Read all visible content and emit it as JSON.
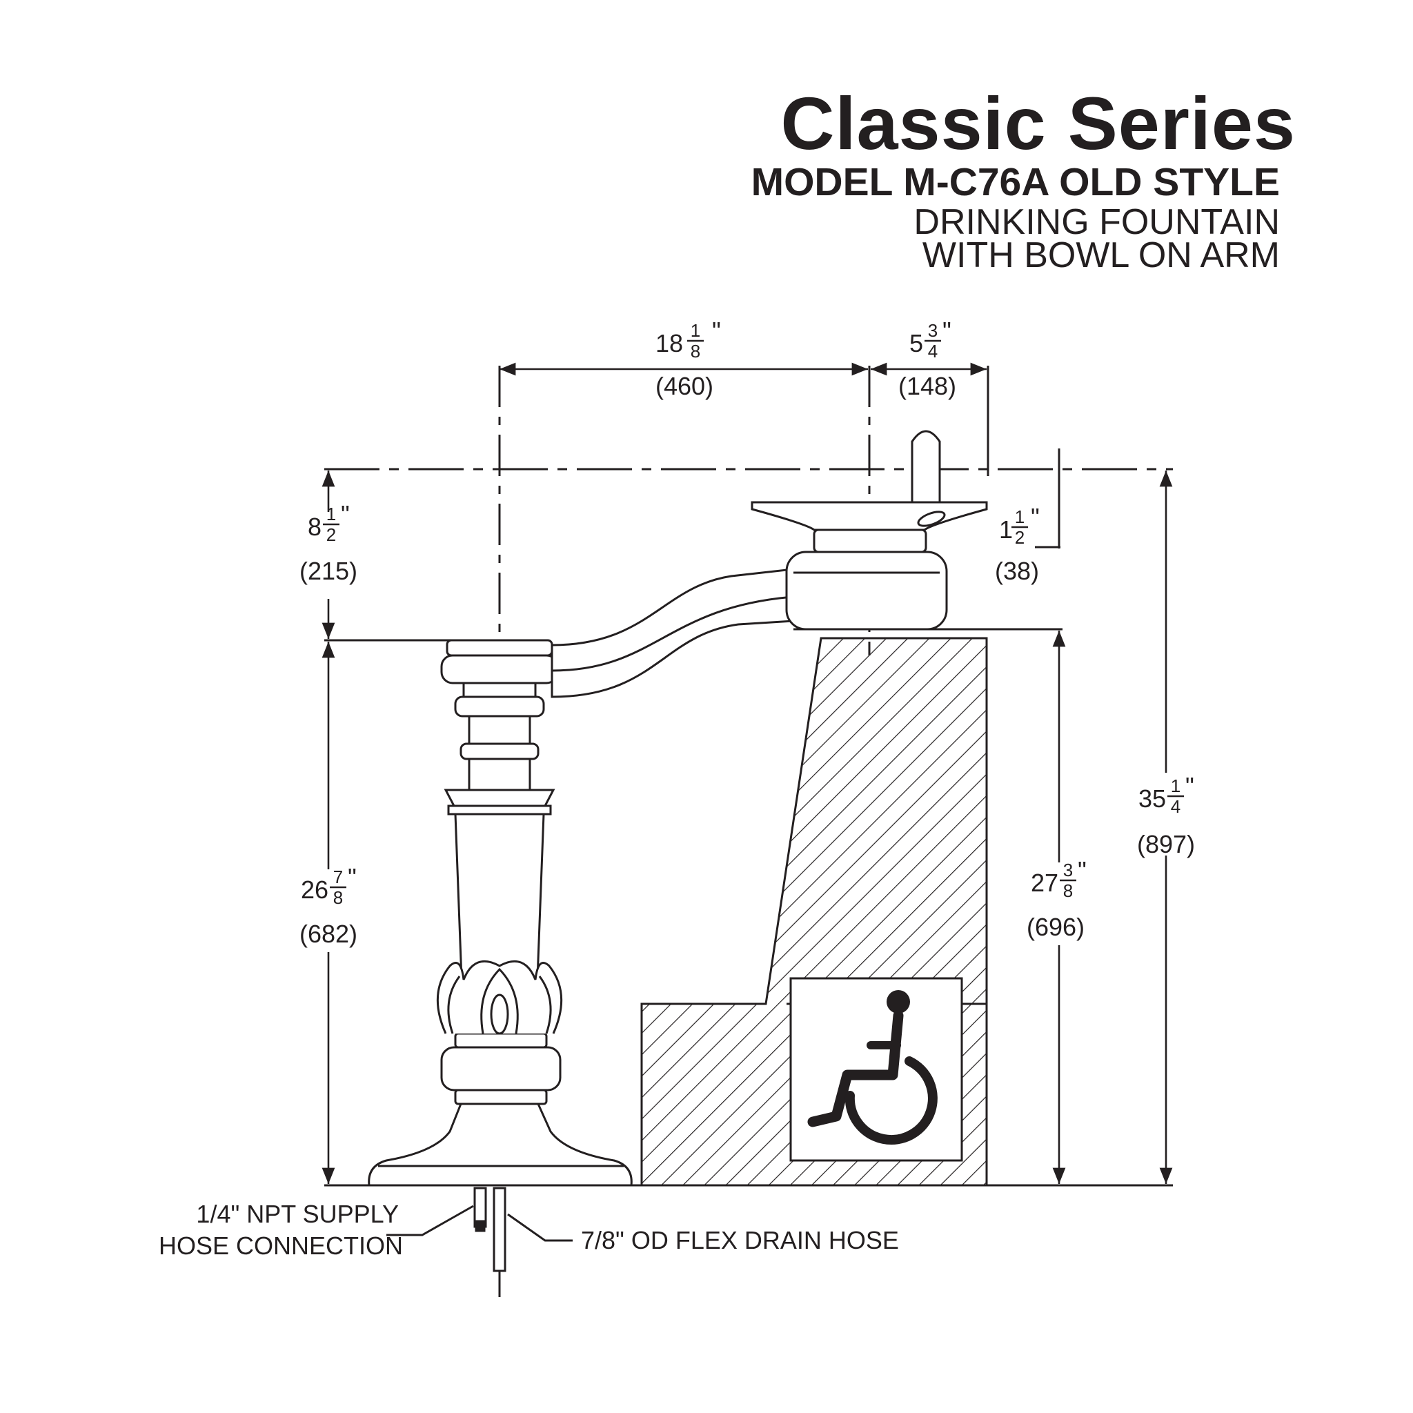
{
  "header": {
    "title": "Classic Series",
    "model": "MODEL M-C76A OLD STYLE",
    "description_line1": "DRINKING FOUNTAIN",
    "description_line2": "WITH BOWL ON ARM"
  },
  "dimensions": {
    "arm_width": {
      "whole": "18",
      "num": "1",
      "den": "8",
      "mm": "(460)"
    },
    "bowl_offset": {
      "whole": "5",
      "num": "3",
      "den": "4",
      "mm": "(148)"
    },
    "bowl_height": {
      "whole": "8",
      "num": "1",
      "den": "2",
      "mm": "(215)"
    },
    "bubbler_height": {
      "whole": "1",
      "num": "1",
      "den": "2",
      "mm": "(38)"
    },
    "pedestal_height": {
      "whole": "26",
      "num": "7",
      "den": "8",
      "mm": "(682)"
    },
    "knee_clearance": {
      "whole": "27",
      "num": "3",
      "den": "8",
      "mm": "(696)"
    },
    "overall_height": {
      "whole": "35",
      "num": "1",
      "den": "4",
      "mm": "(897)"
    }
  },
  "notes": {
    "supply_line1": "1/4\" NPT SUPPLY",
    "supply_line2": "HOSE CONNECTION",
    "drain": "7/8\" OD FLEX DRAIN HOSE"
  },
  "icons": {
    "accessibility": "wheelchair-accessibility-icon"
  },
  "colors": {
    "ink": "#231f20",
    "background": "#ffffff"
  }
}
